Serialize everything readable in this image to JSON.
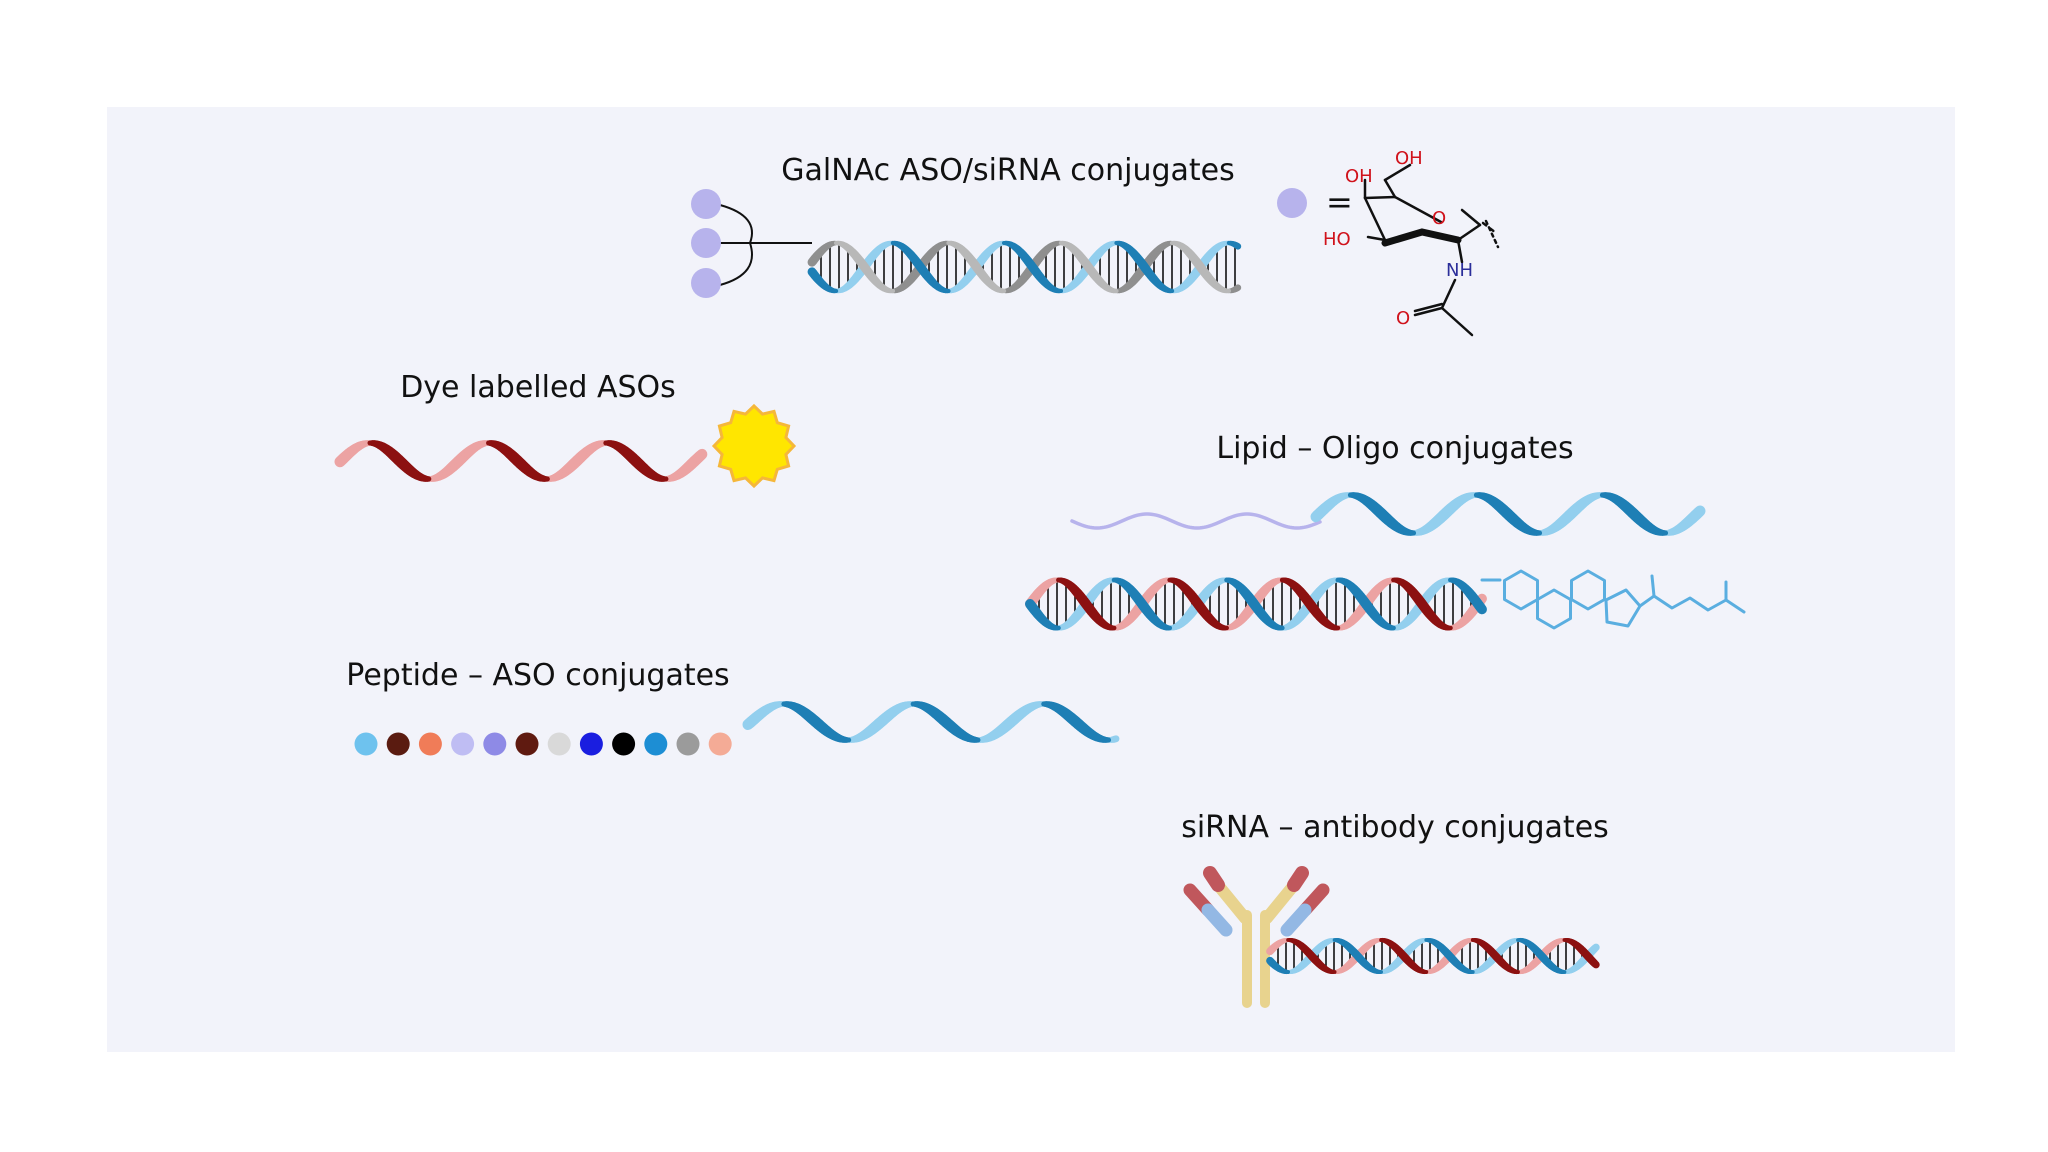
{
  "panel": {
    "background": "#f2f3fa"
  },
  "sections": {
    "galnac": {
      "title": "GalNAc ASO/siRNA conjugates",
      "equals": "="
    },
    "dye": {
      "title": "Dye labelled ASOs"
    },
    "lipid": {
      "title": "Lipid – Oligo conjugates"
    },
    "peptide": {
      "title": "Peptide – ASO conjugates"
    },
    "antibody": {
      "title": "siRNA – antibody conjugates"
    }
  },
  "chemistry": {
    "galnac_labels": {
      "oh_top": "OH",
      "oh_left": "OH",
      "ho": "HO",
      "ring_o": "O",
      "nh": "NH",
      "carbonyl_o": "O"
    },
    "label_colors": {
      "oxygen": "#d0121b",
      "nitrogen": "#2b2e9a"
    }
  },
  "colors": {
    "dark_blue": "#1e7fb5",
    "light_blue": "#93cfee",
    "grey": "#b8b8b8",
    "dark_red": "#8c1111",
    "pink": "#eca3a3",
    "lavender": "#b7b3ec",
    "sun": "#ffe600",
    "sun_edge": "#f5b73a",
    "antibody_gold": "#e8d38e",
    "antibody_red": "#c0575c",
    "antibody_blue": "#93b8e4",
    "steroid_blue": "#5aaee0"
  },
  "peptide_beads": [
    "#6ec2ee",
    "#5a1b10",
    "#f07c58",
    "#bfbdf3",
    "#8e8ae6",
    "#5f1a10",
    "#d9d9d9",
    "#1a1ee0",
    "#000000",
    "#1d8ed4",
    "#9b9b9b",
    "#f4ab96"
  ]
}
